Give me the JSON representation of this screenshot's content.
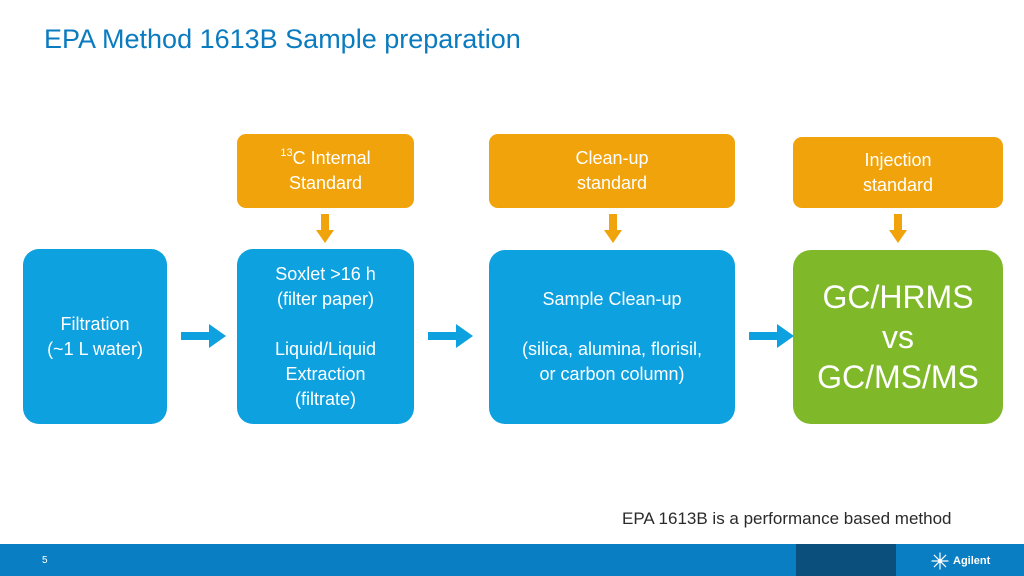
{
  "title": "EPA Method 1613B Sample preparation",
  "standards": {
    "internal": {
      "sup": "13",
      "line1": "C Internal",
      "line2": "Standard"
    },
    "cleanup": {
      "line1": "Clean-up",
      "line2": "standard"
    },
    "injection": {
      "line1": "Injection",
      "line2": "standard"
    }
  },
  "steps": {
    "filtration": {
      "line1": "Filtration",
      "line2": "(~1 L water)"
    },
    "extraction": {
      "line1": "Soxlet >16 h",
      "line2": "(filter paper)",
      "line3": "Liquid/Liquid",
      "line4": "Extraction",
      "line5": "(filtrate)"
    },
    "cleanup": {
      "line1": "Sample Clean-up",
      "line2": "(silica, alumina, florisil,",
      "line3": "or carbon column)"
    },
    "analysis": {
      "line1": "GC/HRMS",
      "line2": "vs",
      "line3": "GC/MS/MS"
    }
  },
  "footnote": "EPA 1613B is a performance based method",
  "footer": {
    "page_number": "5",
    "logo_text": "Agilent"
  },
  "colors": {
    "orange": "#f0a30a",
    "blue": "#0ea1df",
    "green": "#7fb92a",
    "title": "#0a7bbf",
    "footer": "#0a7ec2"
  }
}
